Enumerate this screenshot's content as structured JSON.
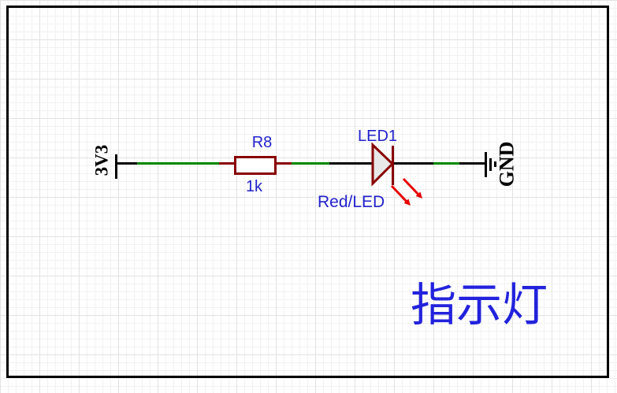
{
  "colors": {
    "sheet_bg": "#FFFFFF",
    "grid_minor": "#F1F1F1",
    "grid_major": "#E2E2E2",
    "black": "#000000",
    "component_outline": "#880000",
    "wire_green": "#008800",
    "label_blue": "#2222CC",
    "title_blue": "#2222DD",
    "emission_red": "#E60000",
    "led_fill": "#E8E8E8"
  },
  "schematic": {
    "power_net": {
      "name": "3V3",
      "symbol": "power-flag"
    },
    "ground_net": {
      "name": "GND",
      "symbol": "earth-ground"
    },
    "resistor": {
      "designator": "R8",
      "value": "1k"
    },
    "led": {
      "designator": "LED1",
      "value": "Red/LED",
      "emission_icon": "light-emission-arrows"
    },
    "title": {
      "text": "指示灯"
    }
  }
}
